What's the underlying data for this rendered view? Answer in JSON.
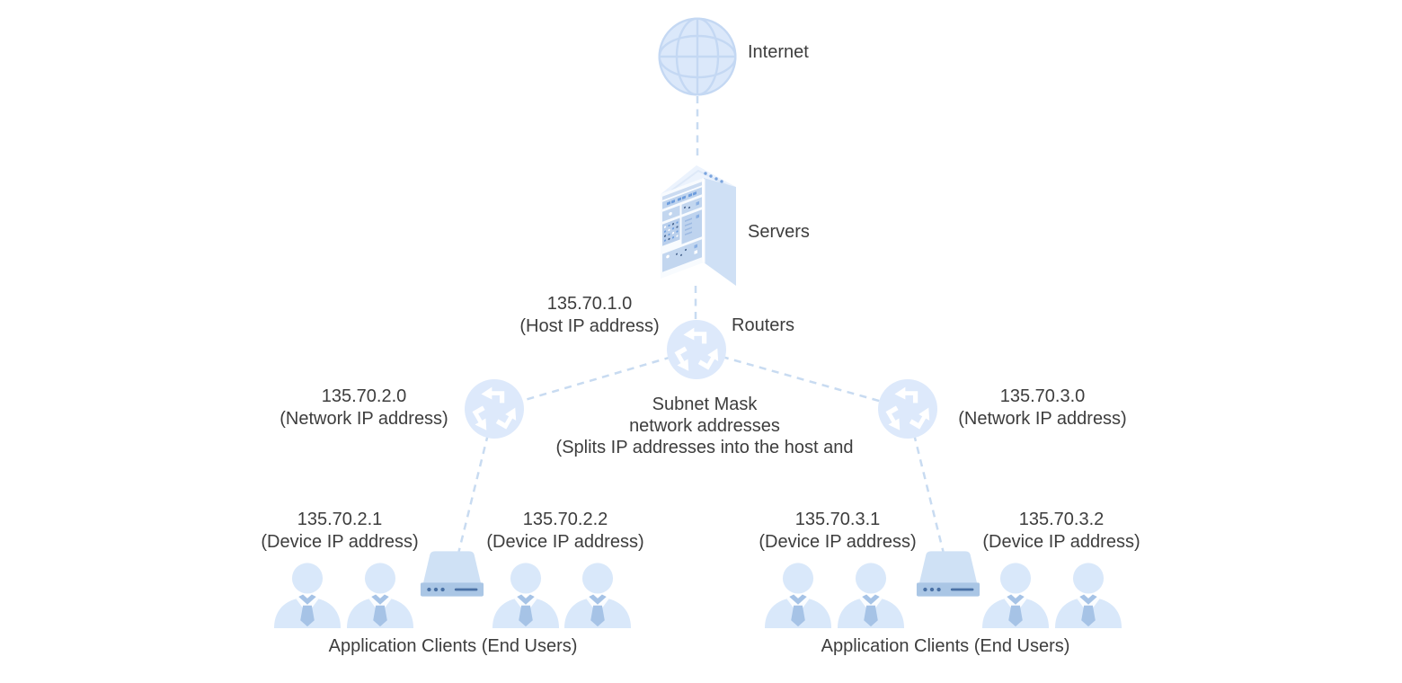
{
  "diagram": {
    "internet_label": "Internet",
    "servers_label": "Servers",
    "routers_label": "Routers",
    "host": {
      "ip": "135.70.1.0",
      "caption": "(Host IP address)"
    },
    "subnet_note": {
      "line1": "Subnet Mask",
      "line2": "network addresses",
      "line3": "(Splits IP addresses into the host and"
    },
    "left": {
      "network": {
        "ip": "135.70.2.0",
        "caption": "(Network IP address)"
      },
      "device_a": {
        "ip": "135.70.2.1",
        "caption": "(Device IP address)"
      },
      "device_b": {
        "ip": "135.70.2.2",
        "caption": "(Device IP address)"
      },
      "clients_label": "Application Clients (End Users)"
    },
    "right": {
      "network": {
        "ip": "135.70.3.0",
        "caption": "(Network IP address)"
      },
      "device_a": {
        "ip": "135.70.3.1",
        "caption": "(Device IP address)"
      },
      "device_b": {
        "ip": "135.70.3.2",
        "caption": "(Device IP address)"
      },
      "clients_label": "Application Clients (End Users)"
    },
    "colors": {
      "icon_fill": "#d9e8fa",
      "icon_stroke": "#c4d8f3",
      "panel_blue": "#bed3ee",
      "device_band": "#aac6e5",
      "accent_dark": "#4a71a5",
      "chip_blue": "#6d9ddd",
      "connector": "#c8dbf1",
      "text": "#3d3d3d"
    }
  }
}
